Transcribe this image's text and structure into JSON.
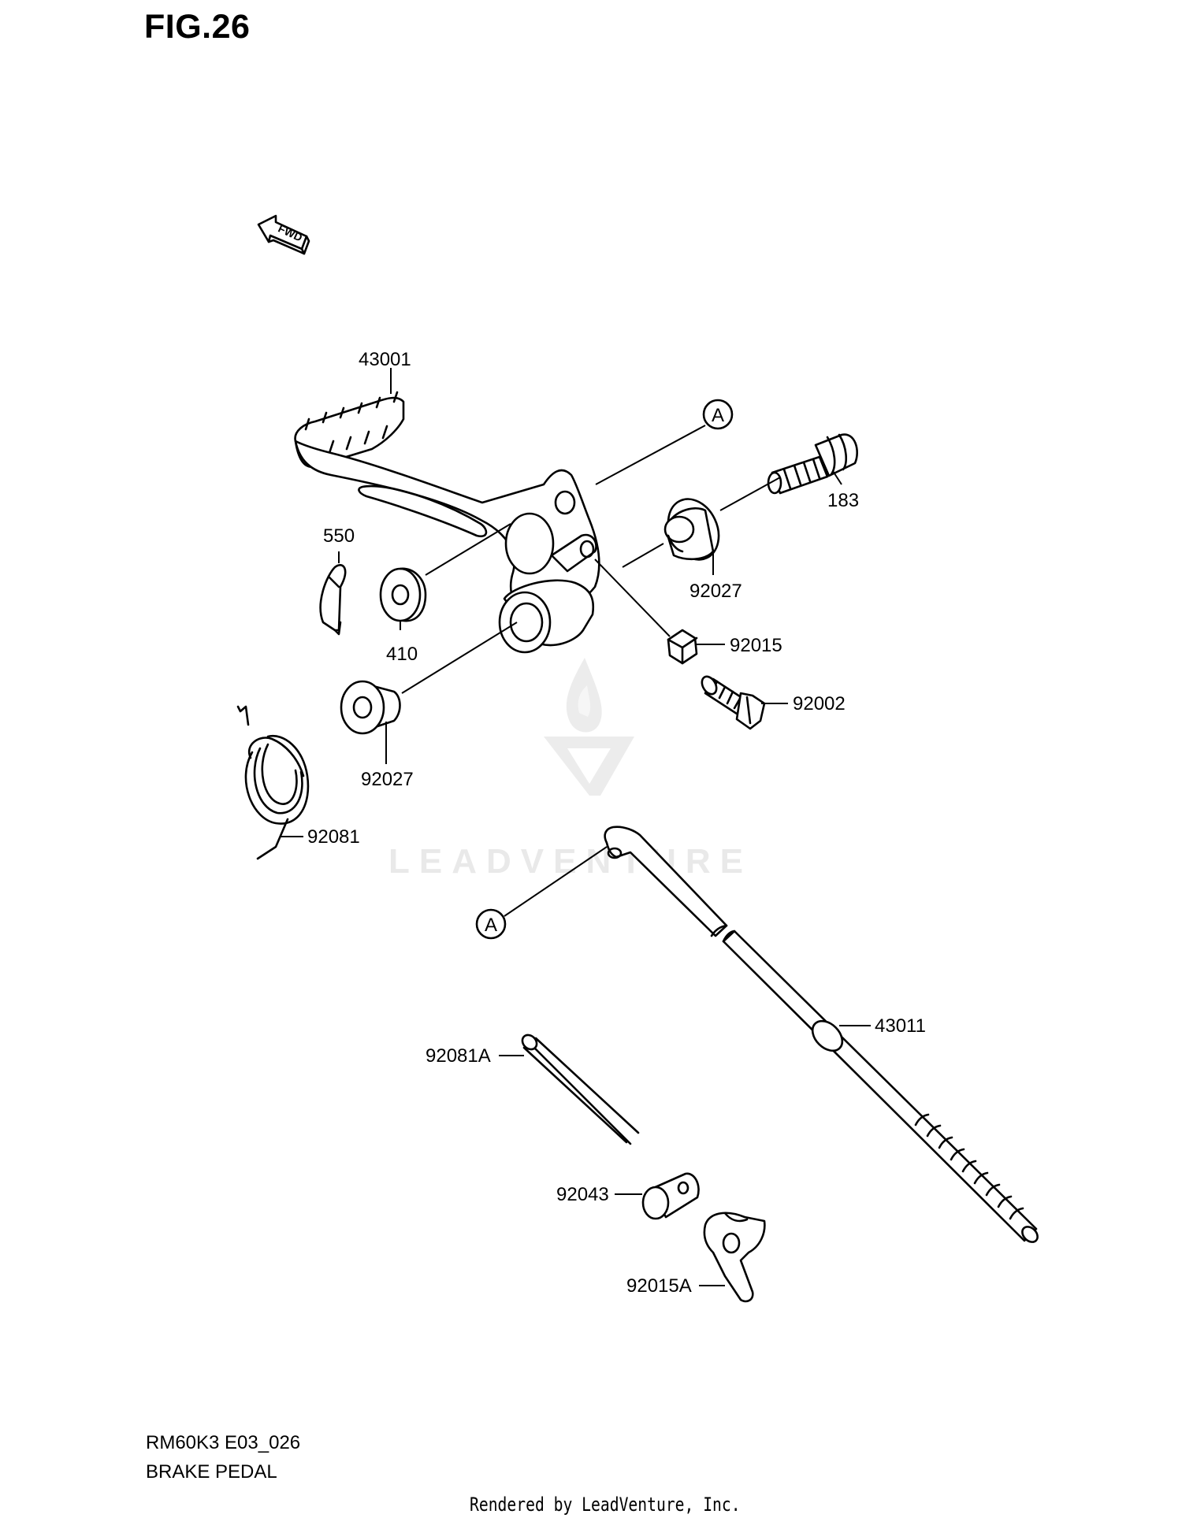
{
  "figure_title": "FIG.26",
  "fwd_arrow_label": "FWD",
  "callouts": {
    "top": "A",
    "bottom": "A"
  },
  "parts": {
    "p43001": "43001",
    "p183": "183",
    "p550": "550",
    "p92027_upper": "92027",
    "p410": "410",
    "p92015": "92015",
    "p92002": "92002",
    "p92027_lower": "92027",
    "p92081": "92081",
    "p43011": "43011",
    "p92081A": "92081A",
    "p92043": "92043",
    "p92015A": "92015A"
  },
  "watermark": "LEADVENTURE",
  "footer": {
    "model_code": "RM60K3 E03_026",
    "section_name": "BRAKE PEDAL",
    "credit": "Rendered by LeadVenture, Inc."
  }
}
